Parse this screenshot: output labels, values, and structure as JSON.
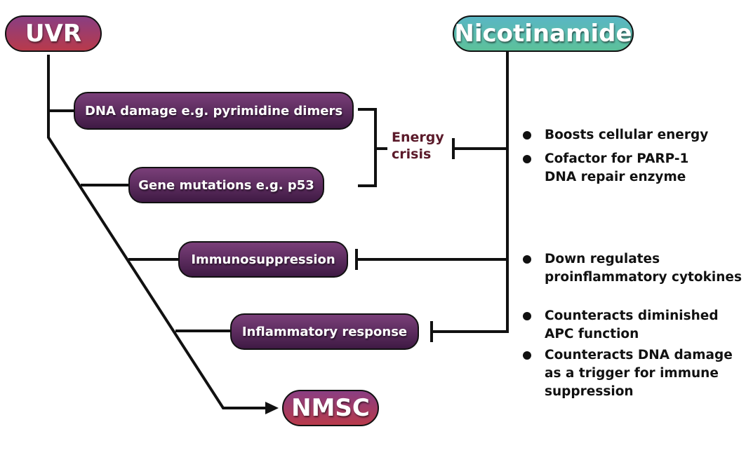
{
  "sources": {
    "uvr": "UVR",
    "nicotinamide": "Nicotinamide"
  },
  "effects": [
    {
      "label": "DNA damage e.g. pyrimidine dimers"
    },
    {
      "label": "Gene mutations e.g. p53"
    },
    {
      "label": "Immunosuppression"
    },
    {
      "label": "Inflammatory response"
    }
  ],
  "outcome": "NMSC",
  "energy_crisis": [
    "Energy",
    "crisis"
  ],
  "nicotinamide_actions": {
    "group1": [
      {
        "lines": [
          "Boosts cellular energy"
        ]
      },
      {
        "lines": [
          "Cofactor for PARP-1",
          "DNA repair enzyme"
        ]
      }
    ],
    "group2": [
      {
        "lines": [
          "Down regulates",
          "proinflammatory cytokines"
        ]
      }
    ],
    "group3": [
      {
        "lines": [
          "Counteracts diminished",
          "APC function"
        ]
      },
      {
        "lines": [
          "Counteracts DNA damage",
          "as a trigger for immune",
          "suppression"
        ]
      }
    ]
  },
  "colors": {
    "uvr_box": "#a13c63",
    "nicotinamide_box": "#5bbcaf",
    "effect_box": "#5a2a5e",
    "energy_text": "#5b1a2a"
  }
}
